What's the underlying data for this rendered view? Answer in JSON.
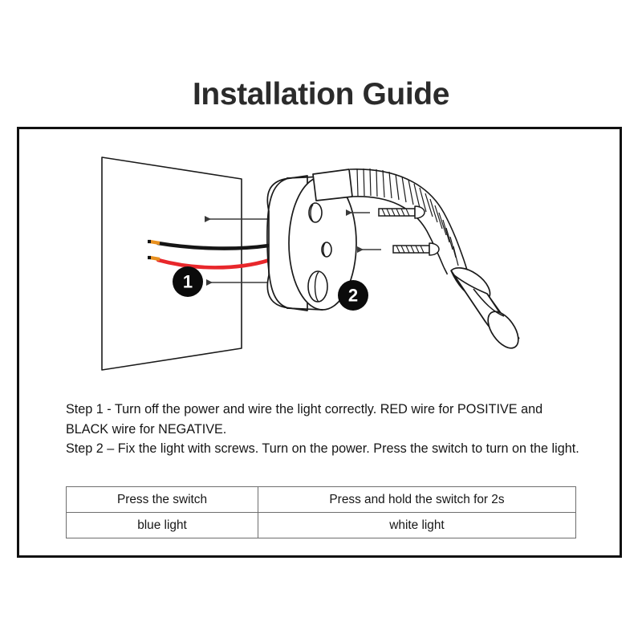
{
  "header": {
    "title": "Installation Guide"
  },
  "instructions": {
    "lines": [
      "Step 1 - Turn off the power and wire the light correctly. RED wire for POSITIVE and BLACK wire for NEGATIVE.",
      "Step 2 – Fix the light with screws. Turn on the power. Press the switch to turn on the light."
    ]
  },
  "switch_table": {
    "rows": [
      {
        "action": "Press the switch",
        "action_long": "Press and hold the switch for 2s"
      },
      {
        "action": "blue light",
        "action_long": "white light"
      }
    ]
  },
  "diagram": {
    "callouts": [
      {
        "label": "1",
        "name": "callout-badge-1"
      },
      {
        "label": "2",
        "name": "callout-badge-2"
      }
    ],
    "parts": {
      "wall_panel": "wall-panel",
      "lamp_base": "lamp-base",
      "gooseneck": "gooseneck",
      "lamp_head": "lamp-head",
      "screw_upper": "screw-upper",
      "screw_lower": "screw-lower",
      "wire_black": "black-wire",
      "wire_red": "red-wire",
      "switch_button": "switch-button",
      "mount_hole_upper": "mount-hole-upper",
      "mount_hole_lower": "mount-hole-lower"
    }
  },
  "colors": {
    "wire_red": "#E8272B",
    "wire_black": "#151515",
    "wire_copper": "#E8901E",
    "outline": "#1a1a1a",
    "badge_fill": "#0b0b0b",
    "badge_text": "#ffffff",
    "frame_border": "#111111",
    "table_border": "#6e6e6e"
  }
}
